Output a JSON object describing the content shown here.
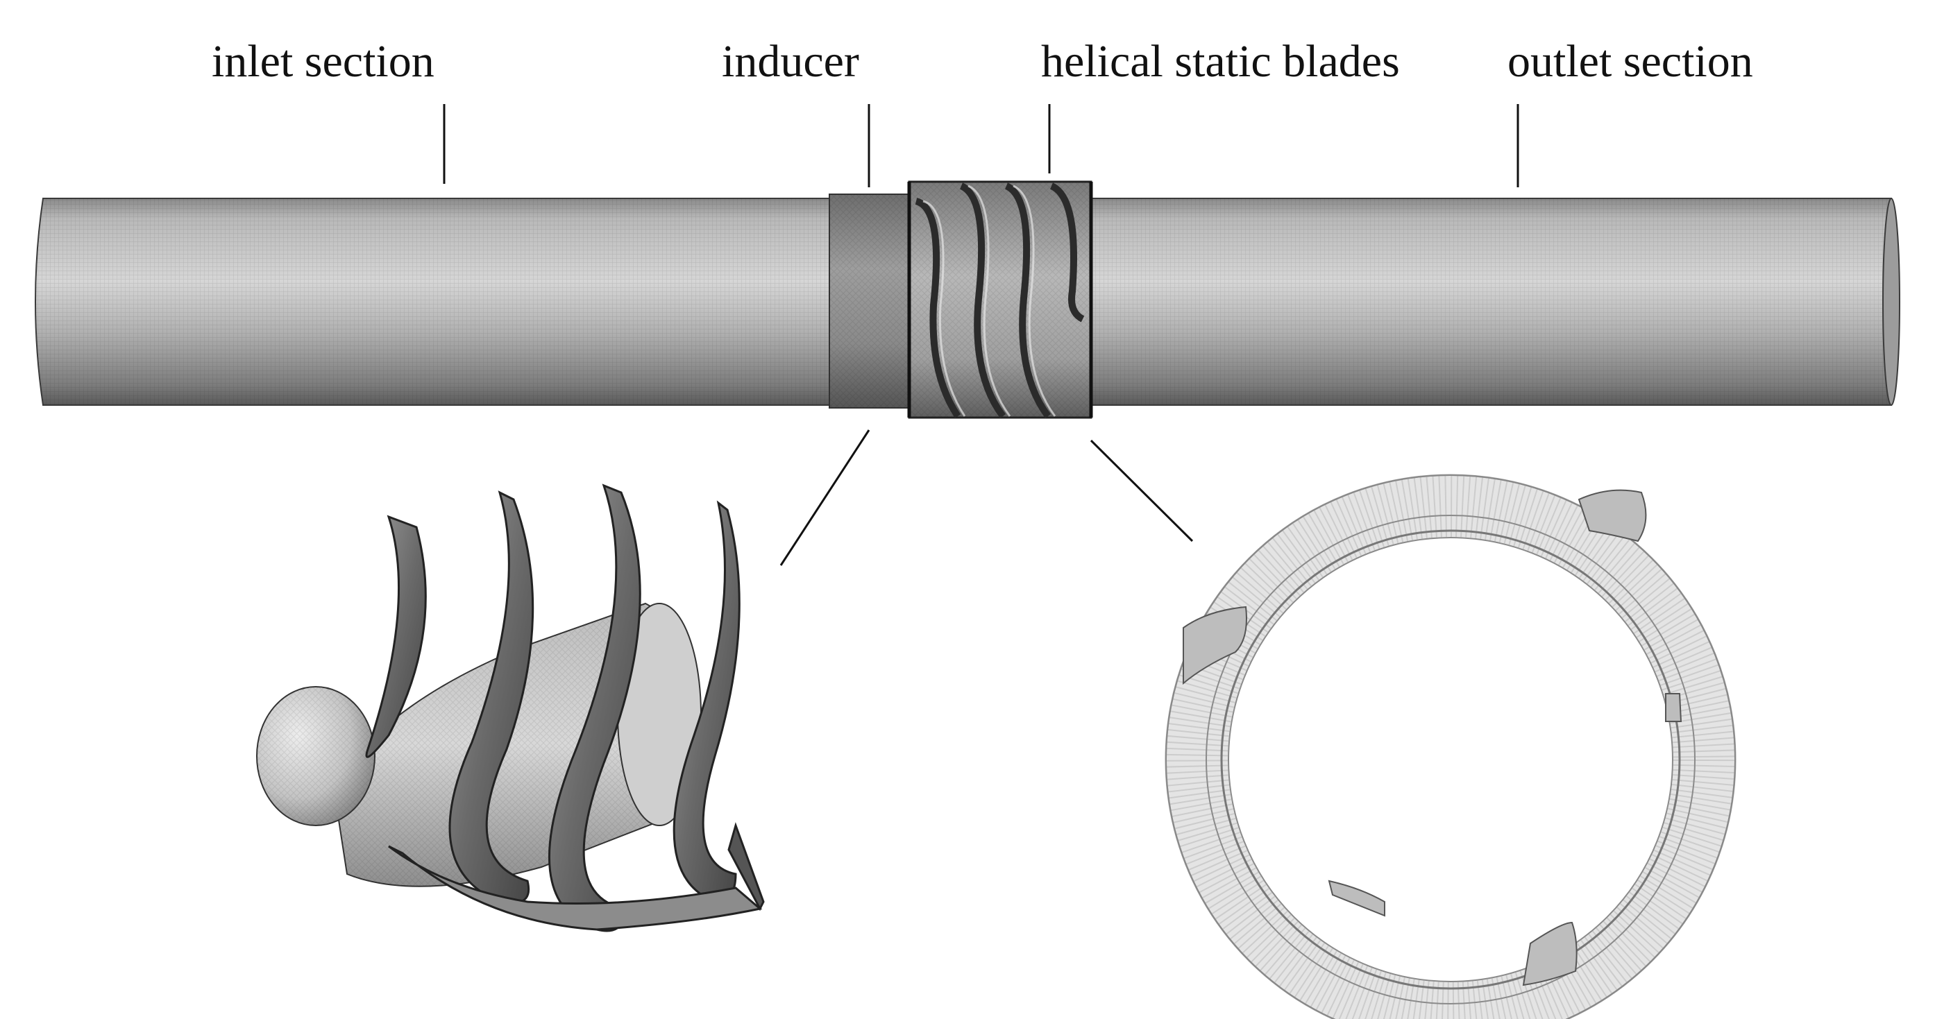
{
  "labels": {
    "inlet": "inlet section",
    "inducer": "inducer",
    "helical": "helical static blades",
    "outlet": "outlet section"
  },
  "colors": {
    "pipe_light": "#d2d2d2",
    "pipe_mid": "#a6a6a6",
    "pipe_dark": "#5c5c5c",
    "inducer_band": "#8c8c8c",
    "leader_line": "#111111",
    "ring_fill": "#e6e6e6"
  }
}
